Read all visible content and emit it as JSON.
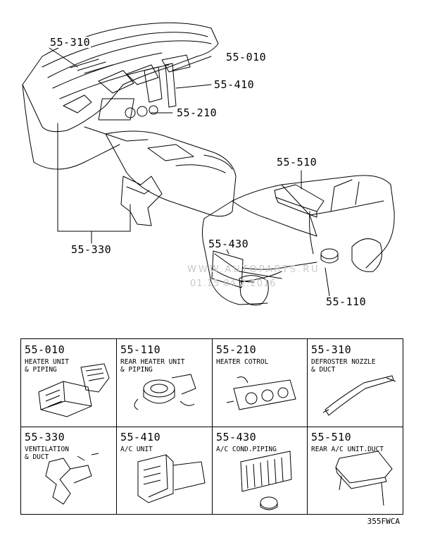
{
  "callouts": {
    "c310": "55-310",
    "c010": "55-010",
    "c410": "55-410",
    "c210": "55-210",
    "c330": "55-330",
    "c510": "55-510",
    "c430": "55-430",
    "c110": "55-110"
  },
  "watermark": {
    "line1": "WWW.AUTOPARTS.RU",
    "line2": "01.15 04.2.2016"
  },
  "parts_table": [
    {
      "code": "55-010",
      "desc": "HEATER UNIT\n& PIPING"
    },
    {
      "code": "55-110",
      "desc": "REAR HEATER UNIT\n& PIPING"
    },
    {
      "code": "55-210",
      "desc": "HEATER COTROL"
    },
    {
      "code": "55-310",
      "desc": "DEFROSTER NOZZLE\n& DUCT"
    },
    {
      "code": "55-330",
      "desc": "VENTILATION\n& DUCT"
    },
    {
      "code": "55-410",
      "desc": "A/C UNIT"
    },
    {
      "code": "55-430",
      "desc": "A/C COND.PIPING"
    },
    {
      "code": "55-510",
      "desc": "REAR A/C UNIT.DUCT"
    }
  ],
  "figure_code": "355FWCA"
}
